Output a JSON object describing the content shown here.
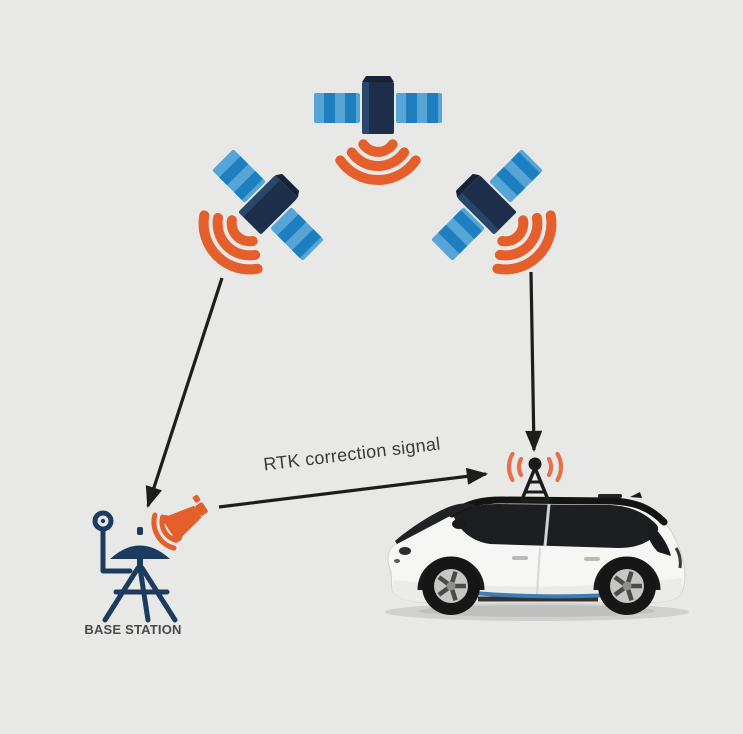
{
  "labels": {
    "rtk_signal": "RTK correction signal",
    "base_station": "BASE STATION"
  },
  "colors": {
    "background": "#e8e8e7",
    "satellite_body": "#1c2e4a",
    "satellite_body_light": "#2b466b",
    "satellite_body_dark": "#152238",
    "panel_base": "#56a5d6",
    "panel_stripe": "#1d7ec0",
    "signal_orange": "#e45f2b",
    "antenna_wave": "#e4643a",
    "base_station_navy": "#1d3a5f",
    "arrow": "#1d1d1b",
    "label_text": "#3a3a3a",
    "base_label_text": "#4a4a4a",
    "car_accent_blue": "#3f7cb6"
  },
  "diagram": {
    "nodes": [
      {
        "id": "satellite-top",
        "type": "gnss-satellite",
        "icon": "satellite-icon"
      },
      {
        "id": "satellite-left",
        "type": "gnss-satellite",
        "icon": "satellite-icon"
      },
      {
        "id": "satellite-right",
        "type": "gnss-satellite",
        "icon": "satellite-icon"
      },
      {
        "id": "base-station",
        "type": "ground-station",
        "icon": "base-station-tripod-icon",
        "label": "BASE STATION"
      },
      {
        "id": "rover-car",
        "type": "vehicle-with-antenna",
        "icon": "car-antenna-icon"
      }
    ],
    "edges": [
      {
        "from": "satellite-left",
        "to": "base-station",
        "kind": "arrow"
      },
      {
        "from": "satellite-right",
        "to": "rover-car",
        "kind": "arrow"
      },
      {
        "from": "base-station",
        "to": "rover-car",
        "kind": "arrow",
        "label": "RTK correction signal"
      }
    ]
  }
}
